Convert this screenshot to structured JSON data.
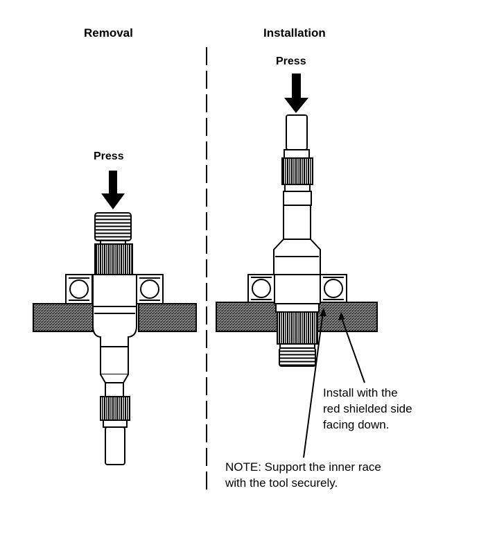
{
  "headings": {
    "removal": "Removal",
    "installation": "Installation"
  },
  "press_labels": {
    "removal": "Press",
    "installation": "Press"
  },
  "callouts": {
    "install_note_line1": "Install with the",
    "install_note_line2": "red shielded side",
    "install_note_line3": "facing down.",
    "support_note_line1": "NOTE:  Support the inner race",
    "support_note_line2": "with the tool securely."
  },
  "colors": {
    "ink": "#000000",
    "support_block": "#555555",
    "paper": "#ffffff"
  }
}
